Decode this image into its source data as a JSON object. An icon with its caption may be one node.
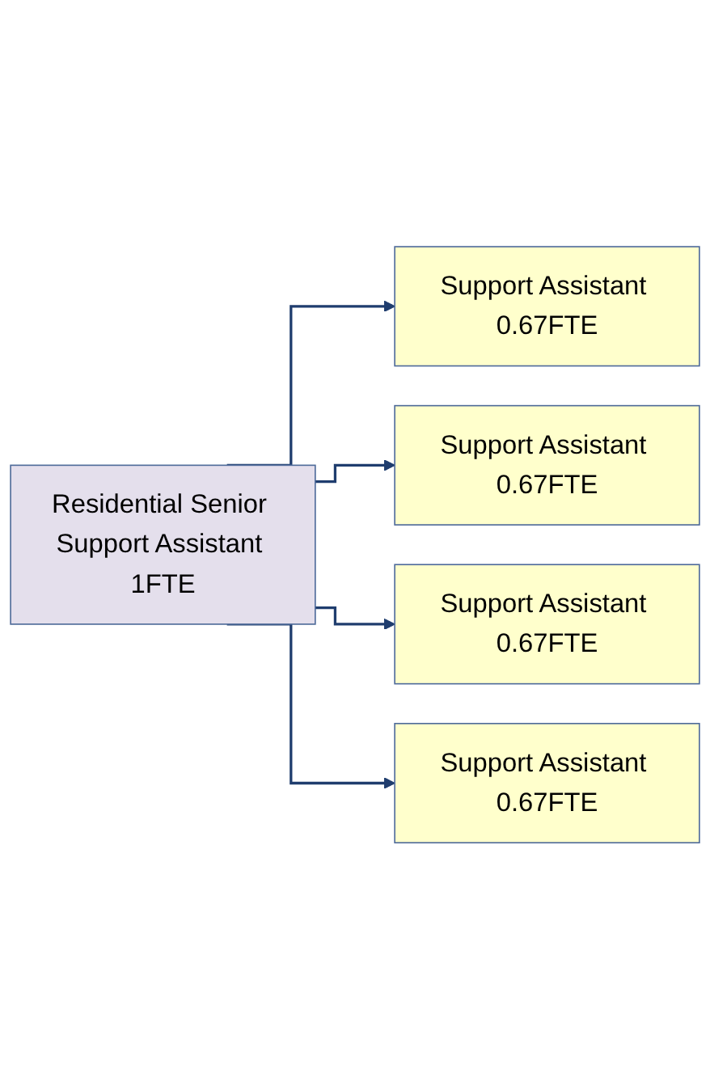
{
  "diagram": {
    "nodes": [
      {
        "text": [
          "Residential Senior Support Assistant 1FTE"
        ]
      },
      {
        "text": [
          "Support Assistant 0.67FTE"
        ]
      },
      {
        "text": [
          "Support Assistant 0.67FTE"
        ]
      },
      {
        "text": [
          "Support Assistant 0.67FTE"
        ]
      },
      {
        "text": [
          "Support Assistant 0.67FTE"
        ]
      }
    ],
    "edges": [
      {
        "from": 0,
        "to": 1,
        "arrow": "to"
      },
      {
        "from": 0,
        "to": 2,
        "arrow": "to"
      },
      {
        "from": 0,
        "to": 3,
        "arrow": "to"
      },
      {
        "from": 0,
        "to": 4,
        "arrow": "to"
      }
    ]
  }
}
